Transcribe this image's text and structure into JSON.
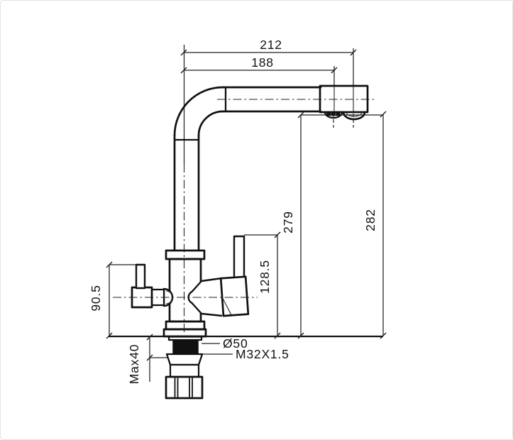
{
  "page": {
    "background": "#ffffff",
    "border_color": "#e3e3e3",
    "line_color": "#1a1a1a"
  },
  "drawing": {
    "type": "technical-dimension-drawing",
    "subject": "kitchen-faucet-side-view",
    "dims": {
      "spout_reach_outer": "212",
      "spout_reach_inner": "188",
      "height_to_spout": "279",
      "height_to_outlet": "282",
      "handle_height": "128.5",
      "left_handle_height": "90.5",
      "max_deck_thickness": "Max40",
      "base_diameter": "Ø50",
      "thread": "M32X1.5"
    }
  }
}
